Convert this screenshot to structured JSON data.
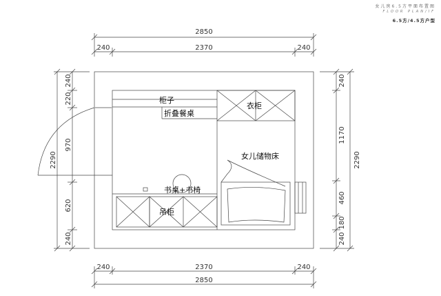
{
  "header": {
    "title": "女儿房6.5方平面布置图",
    "subtitle": "FLOOR PLAN/IF",
    "area": "6.5方/4.5方户型"
  },
  "dimensions": {
    "top_total": "2850",
    "top_left": "240",
    "top_mid": "2370",
    "top_right": "240",
    "bottom_left": "240",
    "bottom_mid": "2370",
    "bottom_right": "240",
    "bottom_total": "2850",
    "left_total": "2290",
    "left_1": "240",
    "left_2": "220",
    "left_3": "970",
    "left_4": "620",
    "left_5": "240",
    "right_total": "2290",
    "right_1": "240",
    "right_2": "1170",
    "right_3": "460",
    "right_4": "180",
    "right_5": "240"
  },
  "labels": {
    "cabinet": "柜子",
    "folding_table": "折叠餐桌",
    "wardrobe": "衣柜",
    "storage_bed": "女儿储物床",
    "desk_chair": "书桌+书椅",
    "hanging_cabinet": "吊柜"
  }
}
